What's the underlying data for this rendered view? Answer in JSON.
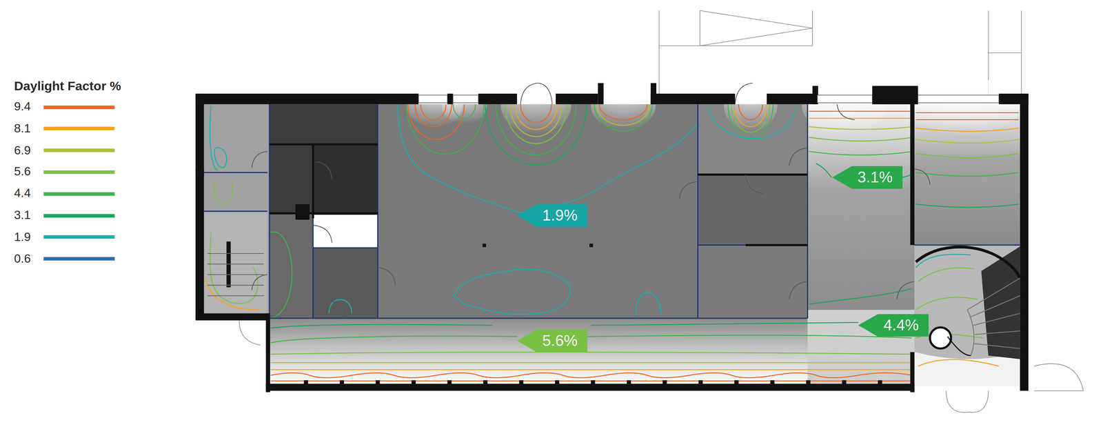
{
  "diagram": {
    "nodes": [
      {
        "text": [
          "3.1%"
        ]
      },
      {
        "text": [
          "1.9%"
        ]
      },
      {
        "text": [
          "4.4%"
        ]
      },
      {
        "text": [
          "5.6%"
        ]
      }
    ],
    "labels": [
      "Daylight Factor %"
    ],
    "legend": [
      {
        "text": "9.4",
        "color": "#f26522"
      },
      {
        "text": "8.1",
        "color": "#f7a21b"
      },
      {
        "text": "6.9",
        "color": "#b5bd33"
      },
      {
        "text": "5.6",
        "color": "#7ac143"
      },
      {
        "text": "4.4",
        "color": "#3db54a"
      },
      {
        "text": "3.1",
        "color": "#1aa65b"
      },
      {
        "text": "1.9",
        "color": "#17b2b0"
      },
      {
        "text": "0.6",
        "color": "#2b6cb5"
      }
    ]
  }
}
